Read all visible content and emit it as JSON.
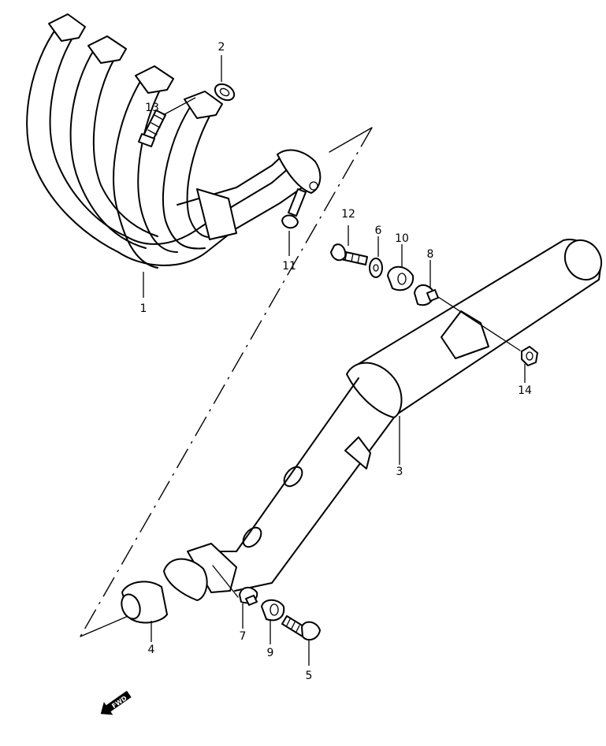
{
  "parts": [
    {
      "number": "1"
    },
    {
      "number": "2"
    },
    {
      "number": "3"
    },
    {
      "number": "4"
    },
    {
      "number": "5"
    },
    {
      "number": "6"
    },
    {
      "number": "7"
    },
    {
      "number": "8"
    },
    {
      "number": "9"
    },
    {
      "number": "10"
    },
    {
      "number": "11"
    },
    {
      "number": "12"
    },
    {
      "number": "13"
    },
    {
      "number": "14"
    }
  ],
  "fwd_badge": "FWD"
}
